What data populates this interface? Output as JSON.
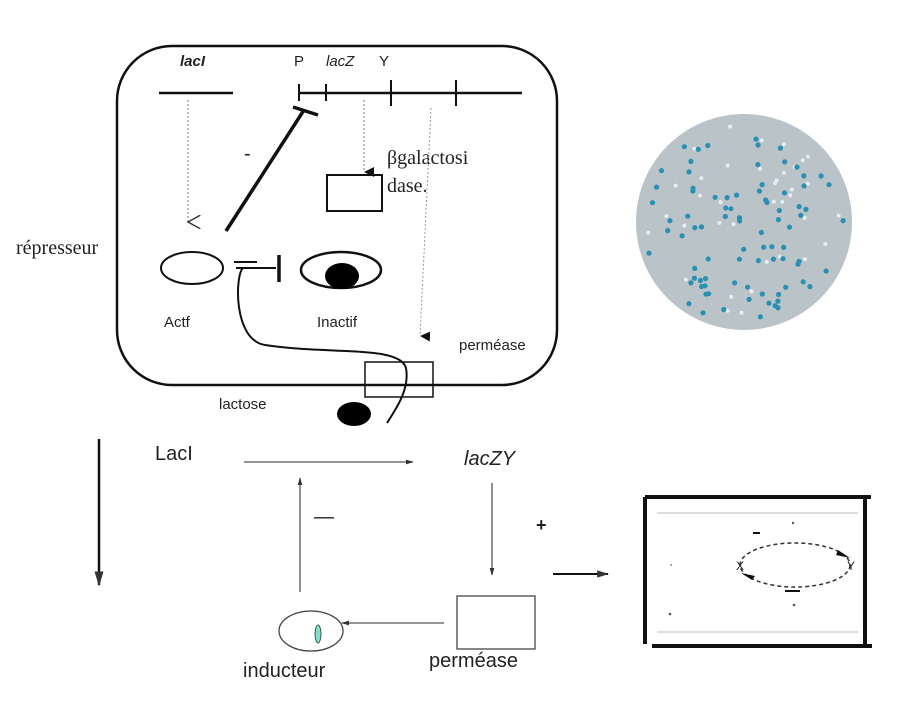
{
  "cell_diagram": {
    "gene_laci": "lacI",
    "gene_p": "P",
    "gene_lacz": "lacZ",
    "gene_y": "Y",
    "minus_sign": "-",
    "enzyme_label_line1": "βgalactosi",
    "enzyme_label_line2": "dase.",
    "repressor_label": "répresseur",
    "active_label": "Actf",
    "inactive_label": "Inactif",
    "permease_label": "perméase",
    "lactose_label": "lactose"
  },
  "petri_dish": {
    "background_color": "#b9c3c8",
    "blue_colony_color": "#2a8fb0",
    "white_colony_color": "#e6edf0"
  },
  "schema": {
    "laci_label": "LacI",
    "laczy_label": "lacZY",
    "minus_label": "—",
    "plus_label": "+",
    "inducer_label": "inducteur",
    "permease_label": "perméase",
    "inducer_color": "#7fe0c8"
  },
  "phase_box": {
    "x_label": "X",
    "y_label": "Y",
    "minus_label": "-"
  }
}
